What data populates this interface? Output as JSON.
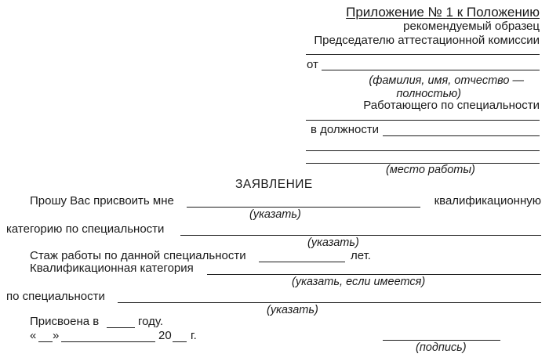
{
  "header": {
    "appendix_title": "Приложение № 1 к Положению",
    "sample_note": "рекомендуемый образец",
    "addressee": "Председателю аттестационной комиссии",
    "from_label": "от",
    "name_hint_line1": "(фамилия, имя, отчество —",
    "name_hint_line2": "полностью)",
    "working_by_specialty": "Работающего по специальности",
    "position_label": "в должности",
    "workplace_hint": "(место работы)"
  },
  "document": {
    "heading": "ЗАЯВЛЕНИЕ",
    "request_text": "Прошу Вас присвоить мне",
    "qualification_word": "квалификационную",
    "specify_hint_1": "(указать)",
    "category_by_specialty": "категорию по специальности",
    "specify_hint_2": "(указать)",
    "experience_label": "Стаж работы по данной специальности",
    "years_label": "лет.",
    "qualification_category_label": "Квалификационная категория",
    "specify_if_any_hint": "(указать, если имеется)",
    "by_specialty_label": "по специальности",
    "specify_hint_3": "(указать)",
    "assigned_in_label": "Присвоена в",
    "year_label": "году.",
    "date_open_quote": "«",
    "date_close_quote": "»",
    "century_prefix": "20",
    "year_suffix": "г.",
    "signature_hint": "(подпись)"
  }
}
